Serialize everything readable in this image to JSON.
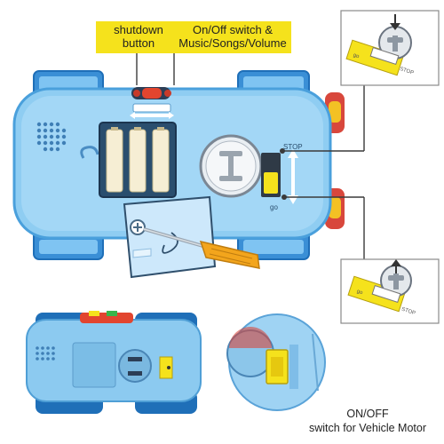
{
  "callouts": {
    "shutdown_button": "shutdown\nbutton",
    "onoff_switch": "On/Off switch &\nMusic/Songs/Volume"
  },
  "switch_markings": {
    "stop": "STOP",
    "go": "go",
    "stop_small": "STOP",
    "go_small": "go"
  },
  "motor_label": {
    "line1": "ON/OFF",
    "line2": "switch for Vehicle Motor"
  },
  "colors": {
    "callout_yellow": "#f5e21c",
    "body_blue": "#7ec3ef",
    "wheel_blue": "#1f6fb8",
    "battery_bay": "#2a4e6e",
    "screwdriver_orange": "#f3a51c"
  }
}
